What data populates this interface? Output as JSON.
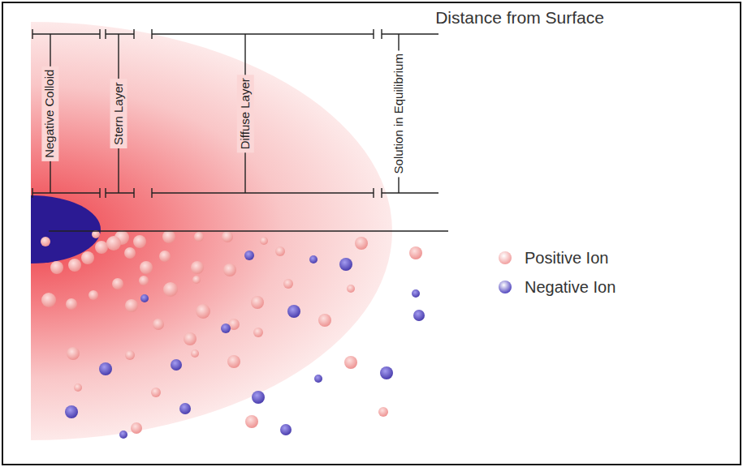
{
  "diagram": {
    "labels": [
      "Distance from Surface",
      "Negative Colloid",
      "Stern Layer",
      "Diffuse Layer",
      "Solution in Equilibrium"
    ],
    "legend": [
      {
        "text": "Positive Ion",
        "color": "#f2a3a3"
      },
      {
        "text": "Negative Ion",
        "color": "#5a4fc2"
      }
    ]
  }
}
